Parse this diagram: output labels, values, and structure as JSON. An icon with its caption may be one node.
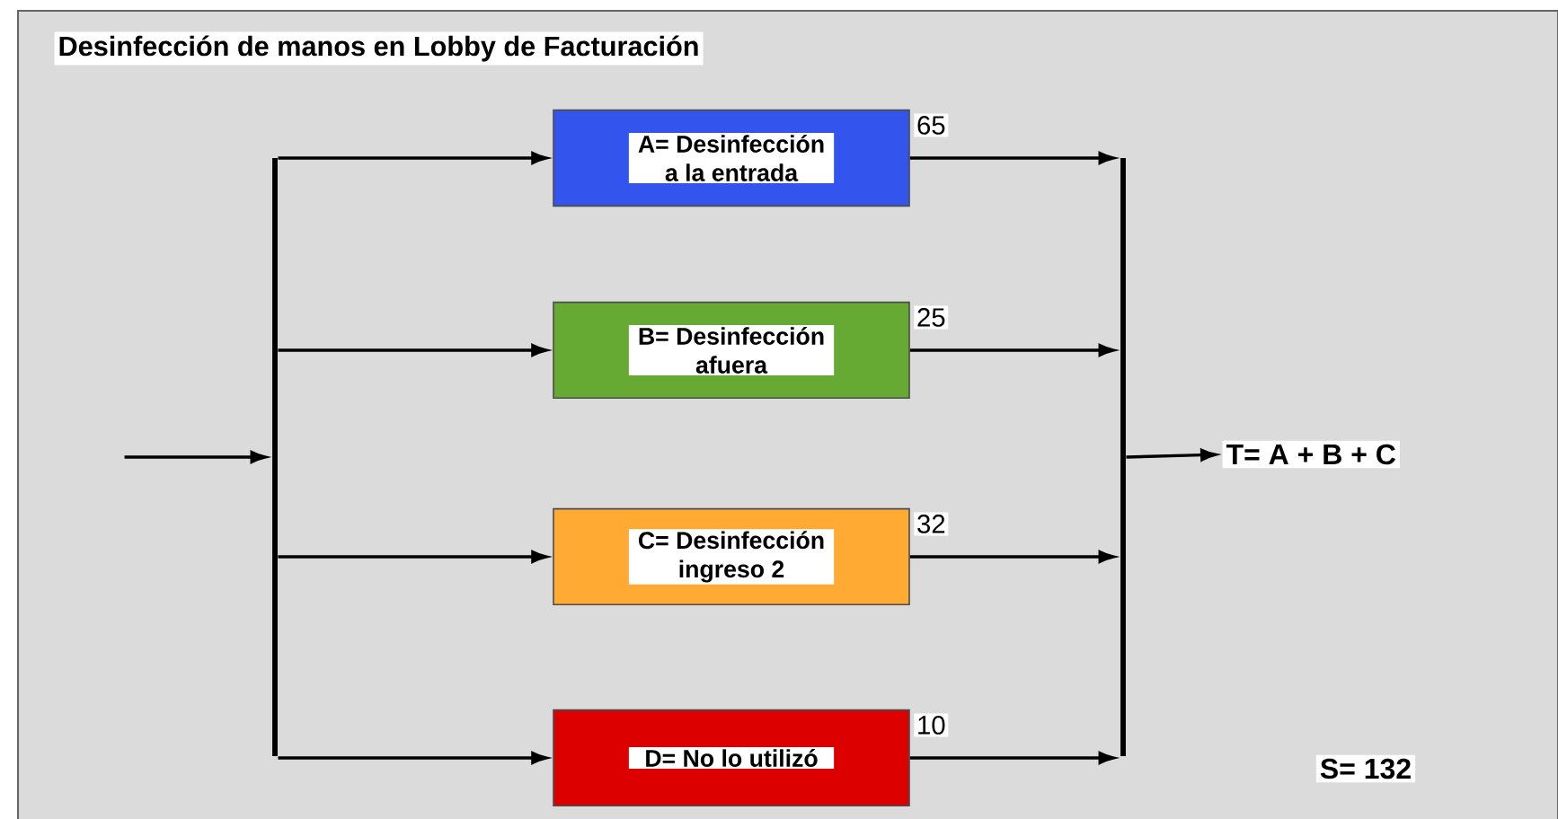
{
  "diagram": {
    "title": "Desinfección de manos en Lobby de Facturación",
    "nodes": [
      {
        "text": [],
        "shape": "bar"
      },
      {
        "text": [
          "A= Desinfección a la entrada"
        ],
        "beside": [
          "65"
        ]
      },
      {
        "text": [
          "B= Desinfección afuera"
        ],
        "beside": [
          "25"
        ]
      },
      {
        "text": [
          "C= Desinfección ingreso 2"
        ],
        "beside": [
          "32"
        ]
      },
      {
        "text": [
          "D= No lo utilizó"
        ],
        "beside": [
          "10"
        ]
      },
      {
        "text": [],
        "shape": "bar"
      },
      {
        "text": [
          "T= A + B + C"
        ]
      }
    ],
    "edges": [
      {
        "from": null,
        "to": 0,
        "arrow": "to"
      },
      {
        "from": 0,
        "to": 1,
        "arrow": "to"
      },
      {
        "from": 0,
        "to": 2,
        "arrow": "to"
      },
      {
        "from": 0,
        "to": 3,
        "arrow": "to"
      },
      {
        "from": 0,
        "to": 4,
        "arrow": "to"
      },
      {
        "from": 1,
        "to": 5,
        "arrow": "to"
      },
      {
        "from": 2,
        "to": 5,
        "arrow": "to"
      },
      {
        "from": 3,
        "to": 5,
        "arrow": "to"
      },
      {
        "from": 4,
        "to": 5,
        "arrow": "to"
      },
      {
        "from": 5,
        "to": 6,
        "arrow": "to"
      }
    ],
    "labels": [
      "S= 132"
    ]
  }
}
